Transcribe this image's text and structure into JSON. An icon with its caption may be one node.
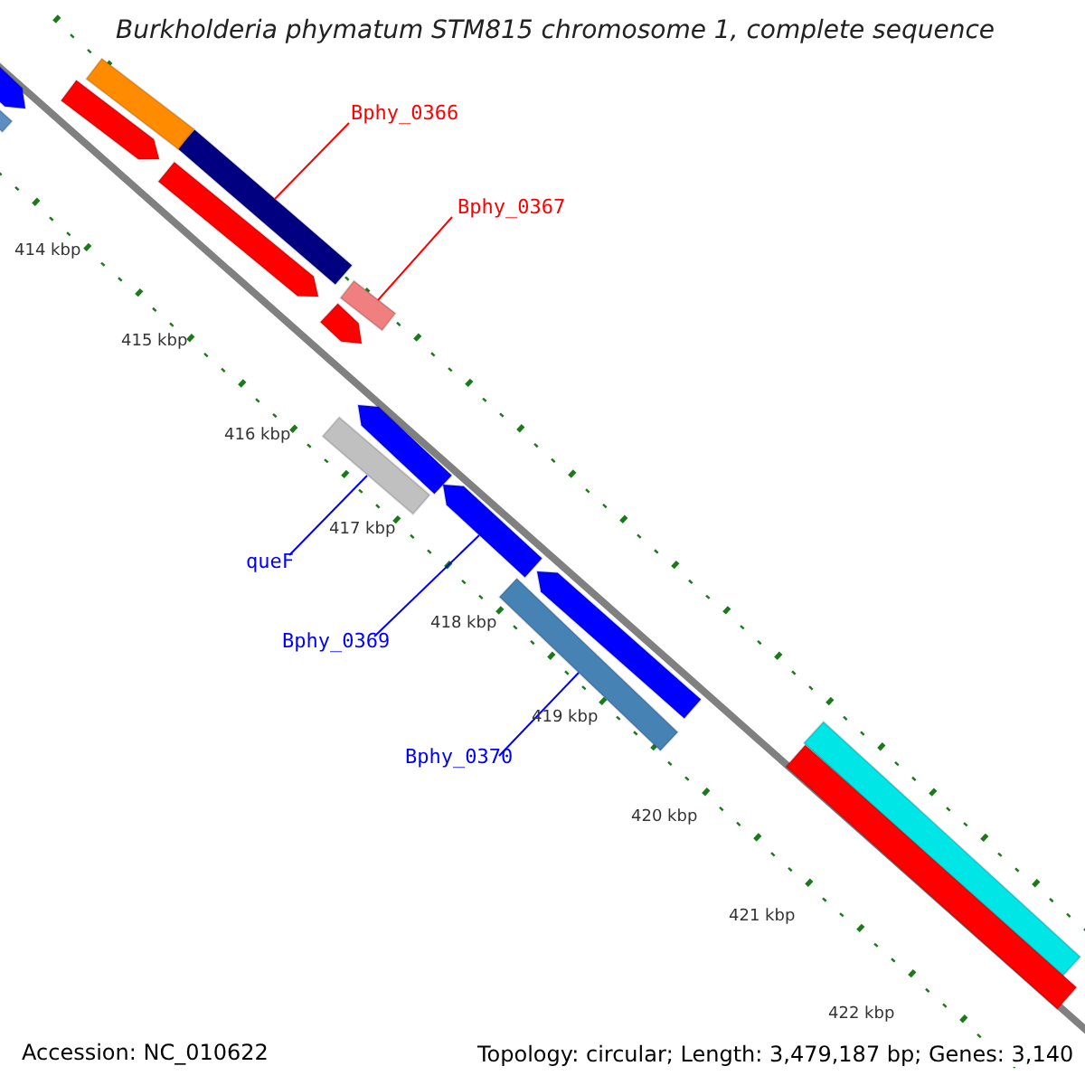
{
  "diagram": {
    "title": "Burkholderia phymatum STM815 chromosome 1, complete sequence",
    "nodes": [
      {
        "text": [
          "Bphy_0366"
        ]
      },
      {
        "text": [],
        "shape": "bar"
      },
      {
        "text": [
          "Bphy_0367"
        ]
      },
      {
        "text": [],
        "shape": "bar"
      },
      {
        "text": [
          "queF"
        ]
      },
      {
        "text": [],
        "shape": "bar"
      },
      {
        "text": [
          "Bphy_0369"
        ]
      },
      {
        "text": [],
        "shape": "arrow"
      },
      {
        "text": [
          "Bphy_0370"
        ]
      },
      {
        "text": [],
        "shape": "bar"
      },
      {
        "text": [],
        "shape": "arrow"
      },
      {
        "text": [],
        "shape": "bar"
      },
      {
        "text": [],
        "shape": "bar"
      },
      {
        "text": [],
        "shape": "arrow"
      },
      {
        "text": [],
        "shape": "arrow"
      },
      {
        "text": [],
        "shape": "arrow"
      },
      {
        "text": [],
        "shape": "arrow"
      },
      {
        "text": [],
        "shape": "arrow"
      },
      {
        "text": [],
        "shape": "bar"
      },
      {
        "text": [],
        "shape": "bar"
      }
    ],
    "edges": [
      {
        "from": 0,
        "to": 1,
        "arrow": "none",
        "color": "#ff0000"
      },
      {
        "from": 2,
        "to": 3,
        "arrow": "none",
        "color": "#ff0000"
      },
      {
        "from": 4,
        "to": 5,
        "arrow": "none"
      },
      {
        "from": 6,
        "to": 7,
        "arrow": "none"
      },
      {
        "from": 8,
        "to": 9,
        "arrow": "none"
      }
    ],
    "labels": [
      "414 kbp",
      "415 kbp",
      "416 kbp",
      "417 kbp",
      "418 kbp",
      "419 kbp",
      "420 kbp",
      "421 kbp",
      "422 kbp",
      "Accession: NC_010622",
      "Topology: circular; Length: 3,479,187 bp; Genes: 3,140"
    ]
  }
}
